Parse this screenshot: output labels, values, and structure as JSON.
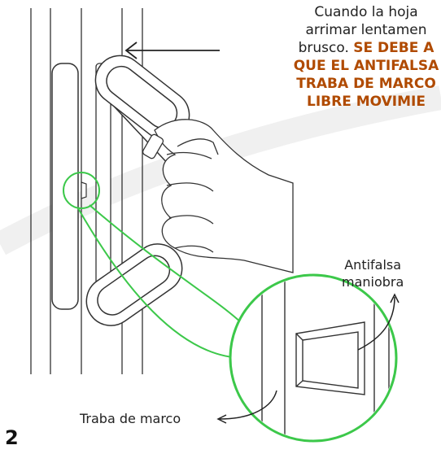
{
  "instruction": {
    "line1": "Cuando la hoja",
    "line2": "arrimar lentamen",
    "line3_normal": "brusco. ",
    "line3_bold": "SE DEBE A",
    "line4": "QUE EL ANTIFALSA",
    "line5": "TRABA DE MARCO",
    "line6": "LIBRE MOVIMIE"
  },
  "labels": {
    "antifalsa_line1": "Antifalsa",
    "antifalsa_line2": "maniobra",
    "traba": "Traba de marco"
  },
  "page_number": "2",
  "colors": {
    "highlight": "#3cc84a",
    "line": "#333333",
    "emphasis": "#b04a00"
  },
  "icons": [
    "arrow-left-icon",
    "arrow-pointer-icon"
  ]
}
